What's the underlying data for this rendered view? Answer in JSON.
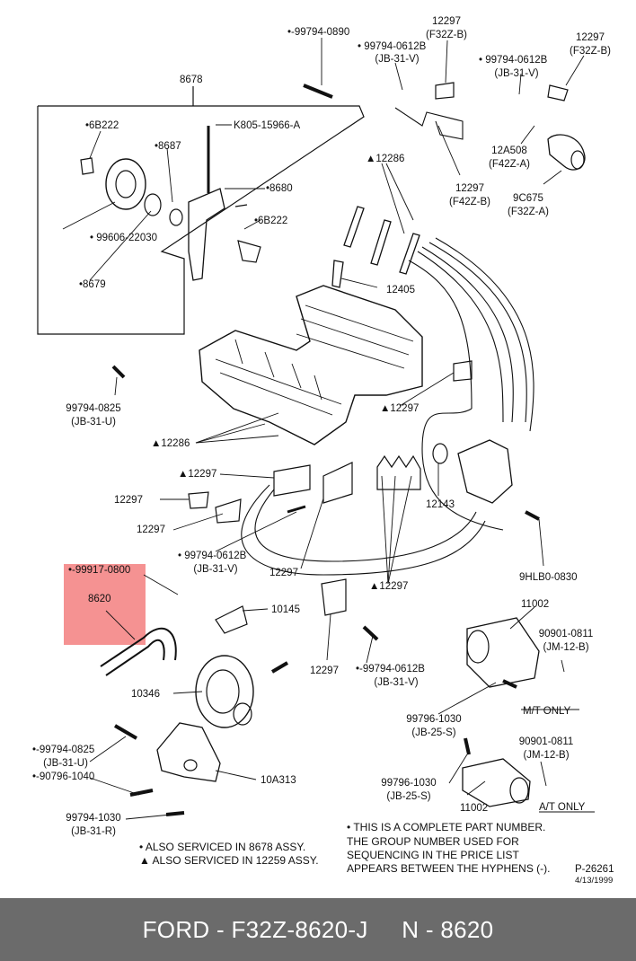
{
  "callouts": {
    "c_99794_0890": "•-99794-0890",
    "c_12297_a": "12297",
    "c_f32zb_a": "(F32Z-B)",
    "c_99794_0612b_a": "• 99794-0612B",
    "c_jb31v_a": "(JB-31-V)",
    "c_12297_b": "12297",
    "c_f32zb_b": "(F32Z-B)",
    "c_99794_0612b_b": "• 99794-0612B",
    "c_jb31v_b": "(JB-31-V)",
    "c_8678": "8678",
    "c_6b222_a": "•6B222",
    "c_k805": "K805-15966-A",
    "c_8687": "•8687",
    "c_8680": "•8680",
    "c_6b222_b": "•6B222",
    "c_99606": "• 99606-22030",
    "c_8679": "•8679",
    "c_12286_a": "▲12286",
    "c_12297_c": "12297",
    "c_f42zb": "(F42Z-B)",
    "c_12a508": "12A508",
    "c_f42za": "(F42Z-A)",
    "c_9c675": "9C675",
    "c_f32za": "(F32Z-A)",
    "c_12405": "12405",
    "c_99794_0825_a": "99794-0825",
    "c_jb31u_a": "(JB-31-U)",
    "c_12297_d": "▲12297",
    "c_12286_b": "▲12286",
    "c_12297_e": "▲12297",
    "c_12297_f": "12297",
    "c_12297_g": "12297",
    "c_12143": "12143",
    "c_99794_0612b_c": "• 99794-0612B",
    "c_jb31v_c": "(JB-31-V)",
    "c_12297_h": "12297",
    "c_9hlb0": "9HLB0-0830",
    "c_99917": "•-99917-0800",
    "c_8620": "8620",
    "c_10145": "10145",
    "c_12297_i": "▲12297",
    "c_11002_a": "11002",
    "c_90901_a": "90901-0811",
    "c_jm12b_a": "(JM-12-B)",
    "c_12297_j": "12297",
    "c_99794_0612b_d": "•-99794-0612B",
    "c_jb31v_d": "(JB-31-V)",
    "c_10346": "10346",
    "c_mt_only": "M/T ONLY",
    "c_99796_a": "99796-1030",
    "c_jb25s_a": "(JB-25-S)",
    "c_90901_b": "90901-0811",
    "c_jm12b_b": "(JM-12-B)",
    "c_99794_0825_b": "•-99794-0825",
    "c_jb31u_b": "(JB-31-U)",
    "c_90796": "•-90796-1040",
    "c_10a313": "10A313",
    "c_99796_b": "99796-1030",
    "c_jb25s_b": "(JB-25-S)",
    "c_11002_b": "11002",
    "c_at_only": "A/T ONLY",
    "c_99794_1030": "99794-1030",
    "c_jb31r": "(JB-31-R)"
  },
  "notes": {
    "line1": "• THIS IS A COMPLETE PART NUMBER.",
    "line2": "THE GROUP NUMBER USED FOR",
    "line3": "SEQUENCING IN THE PRICE LIST",
    "line4": "APPEARS BETWEEN THE HYPHENS (-).",
    "legend1": "• ALSO SERVICED IN 8678 ASSY.",
    "legend2": "▲ ALSO SERVICED IN 12259 ASSY.",
    "ref": "P-26261",
    "date": "4/13/1999"
  },
  "footer": {
    "text": "FORD - F32Z-8620-J     N - 8620"
  },
  "colors": {
    "highlight": "#f26d6d",
    "footer_bg": "#6b6b6b"
  }
}
